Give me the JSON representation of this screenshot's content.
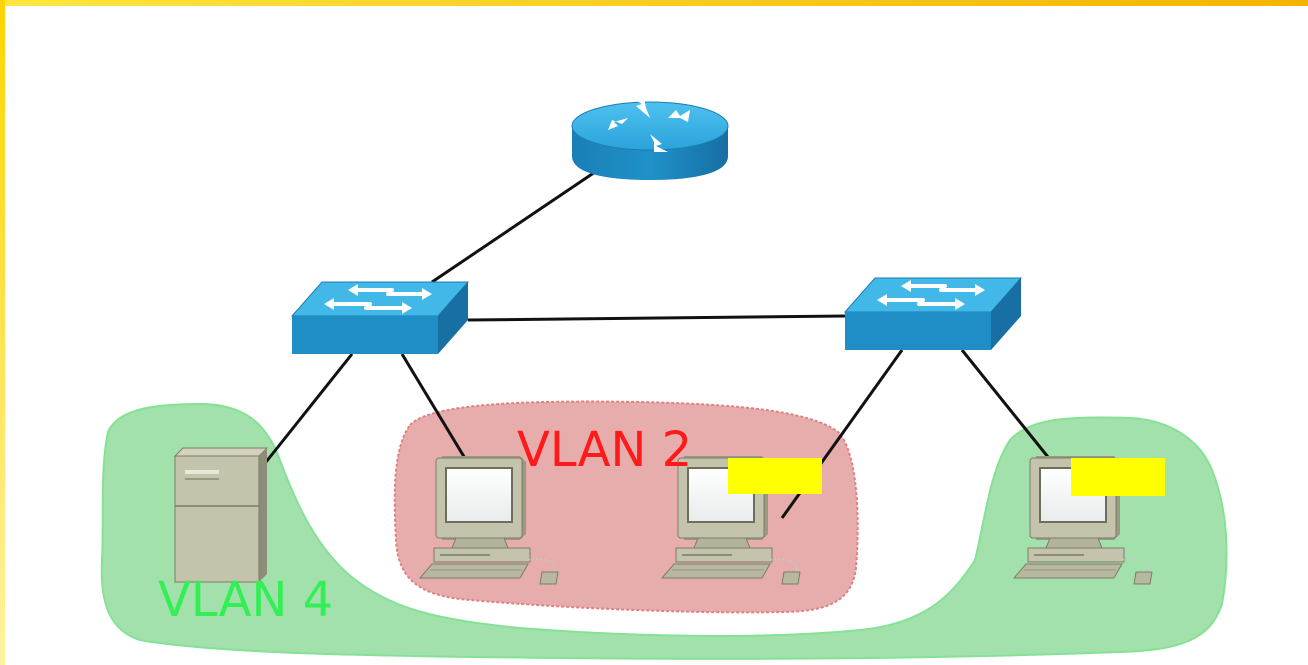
{
  "diagram": {
    "vlan_labels": {
      "vlan2": "VLAN 2",
      "vlan4": "VLAN 4"
    },
    "colors": {
      "accent_bar": "#f3b400",
      "device_blue": "#1e8fc8",
      "vlan2_fill": "#e6a8a8",
      "vlan2_text": "#ff1a1a",
      "vlan4_fill": "#9fe0a8",
      "vlan4_text": "#33ee55",
      "highlight": "#ffff00"
    },
    "nodes": [
      "router",
      "switch-left",
      "switch-right",
      "server",
      "pc-1",
      "pc-2",
      "pc-3"
    ],
    "links": [
      [
        "router",
        "switch-left"
      ],
      [
        "switch-left",
        "switch-right"
      ],
      [
        "switch-left",
        "server"
      ],
      [
        "switch-left",
        "pc-1"
      ],
      [
        "switch-right",
        "pc-2"
      ],
      [
        "switch-right",
        "pc-3"
      ]
    ]
  }
}
